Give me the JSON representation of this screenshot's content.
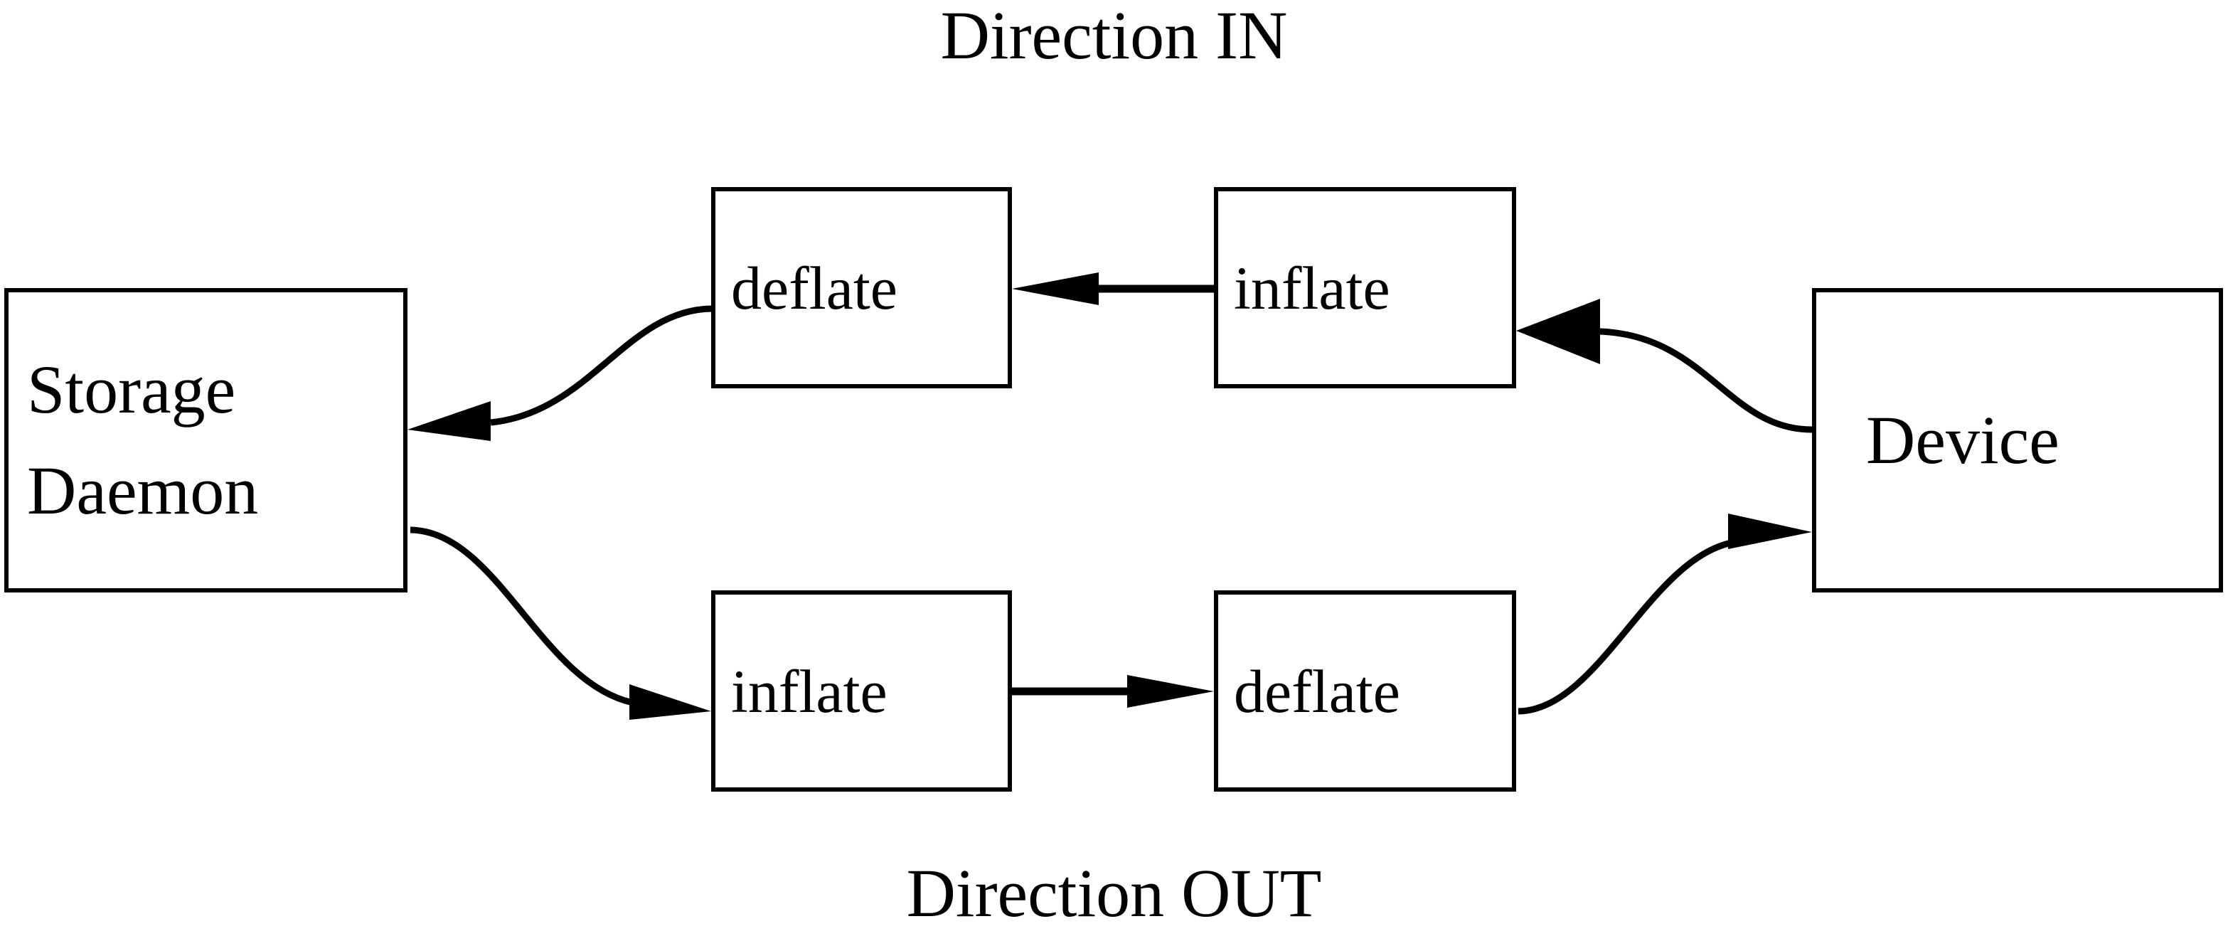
{
  "diagram": {
    "title_top": "Direction IN",
    "title_bottom": "Direction OUT",
    "stroke_color": "#000000",
    "fill_color": "#ffffff",
    "nodes": {
      "storage_daemon": {
        "line1": "Storage",
        "line2": "Daemon"
      },
      "deflate_top": {
        "label": "deflate"
      },
      "inflate_top": {
        "label": "inflate"
      },
      "device": {
        "label": "Device"
      },
      "inflate_bottom": {
        "label": "inflate"
      },
      "deflate_bottom": {
        "label": "deflate"
      }
    },
    "edges": [
      {
        "from": "device",
        "to": "inflate_top",
        "direction": "left",
        "style": "curved"
      },
      {
        "from": "inflate_top",
        "to": "deflate_top",
        "direction": "left",
        "style": "straight"
      },
      {
        "from": "deflate_top",
        "to": "storage_daemon",
        "direction": "left",
        "style": "curved"
      },
      {
        "from": "storage_daemon",
        "to": "inflate_bottom",
        "direction": "right",
        "style": "curved"
      },
      {
        "from": "inflate_bottom",
        "to": "deflate_bottom",
        "direction": "right",
        "style": "straight"
      },
      {
        "from": "deflate_bottom",
        "to": "device",
        "direction": "right",
        "style": "curved"
      }
    ]
  }
}
